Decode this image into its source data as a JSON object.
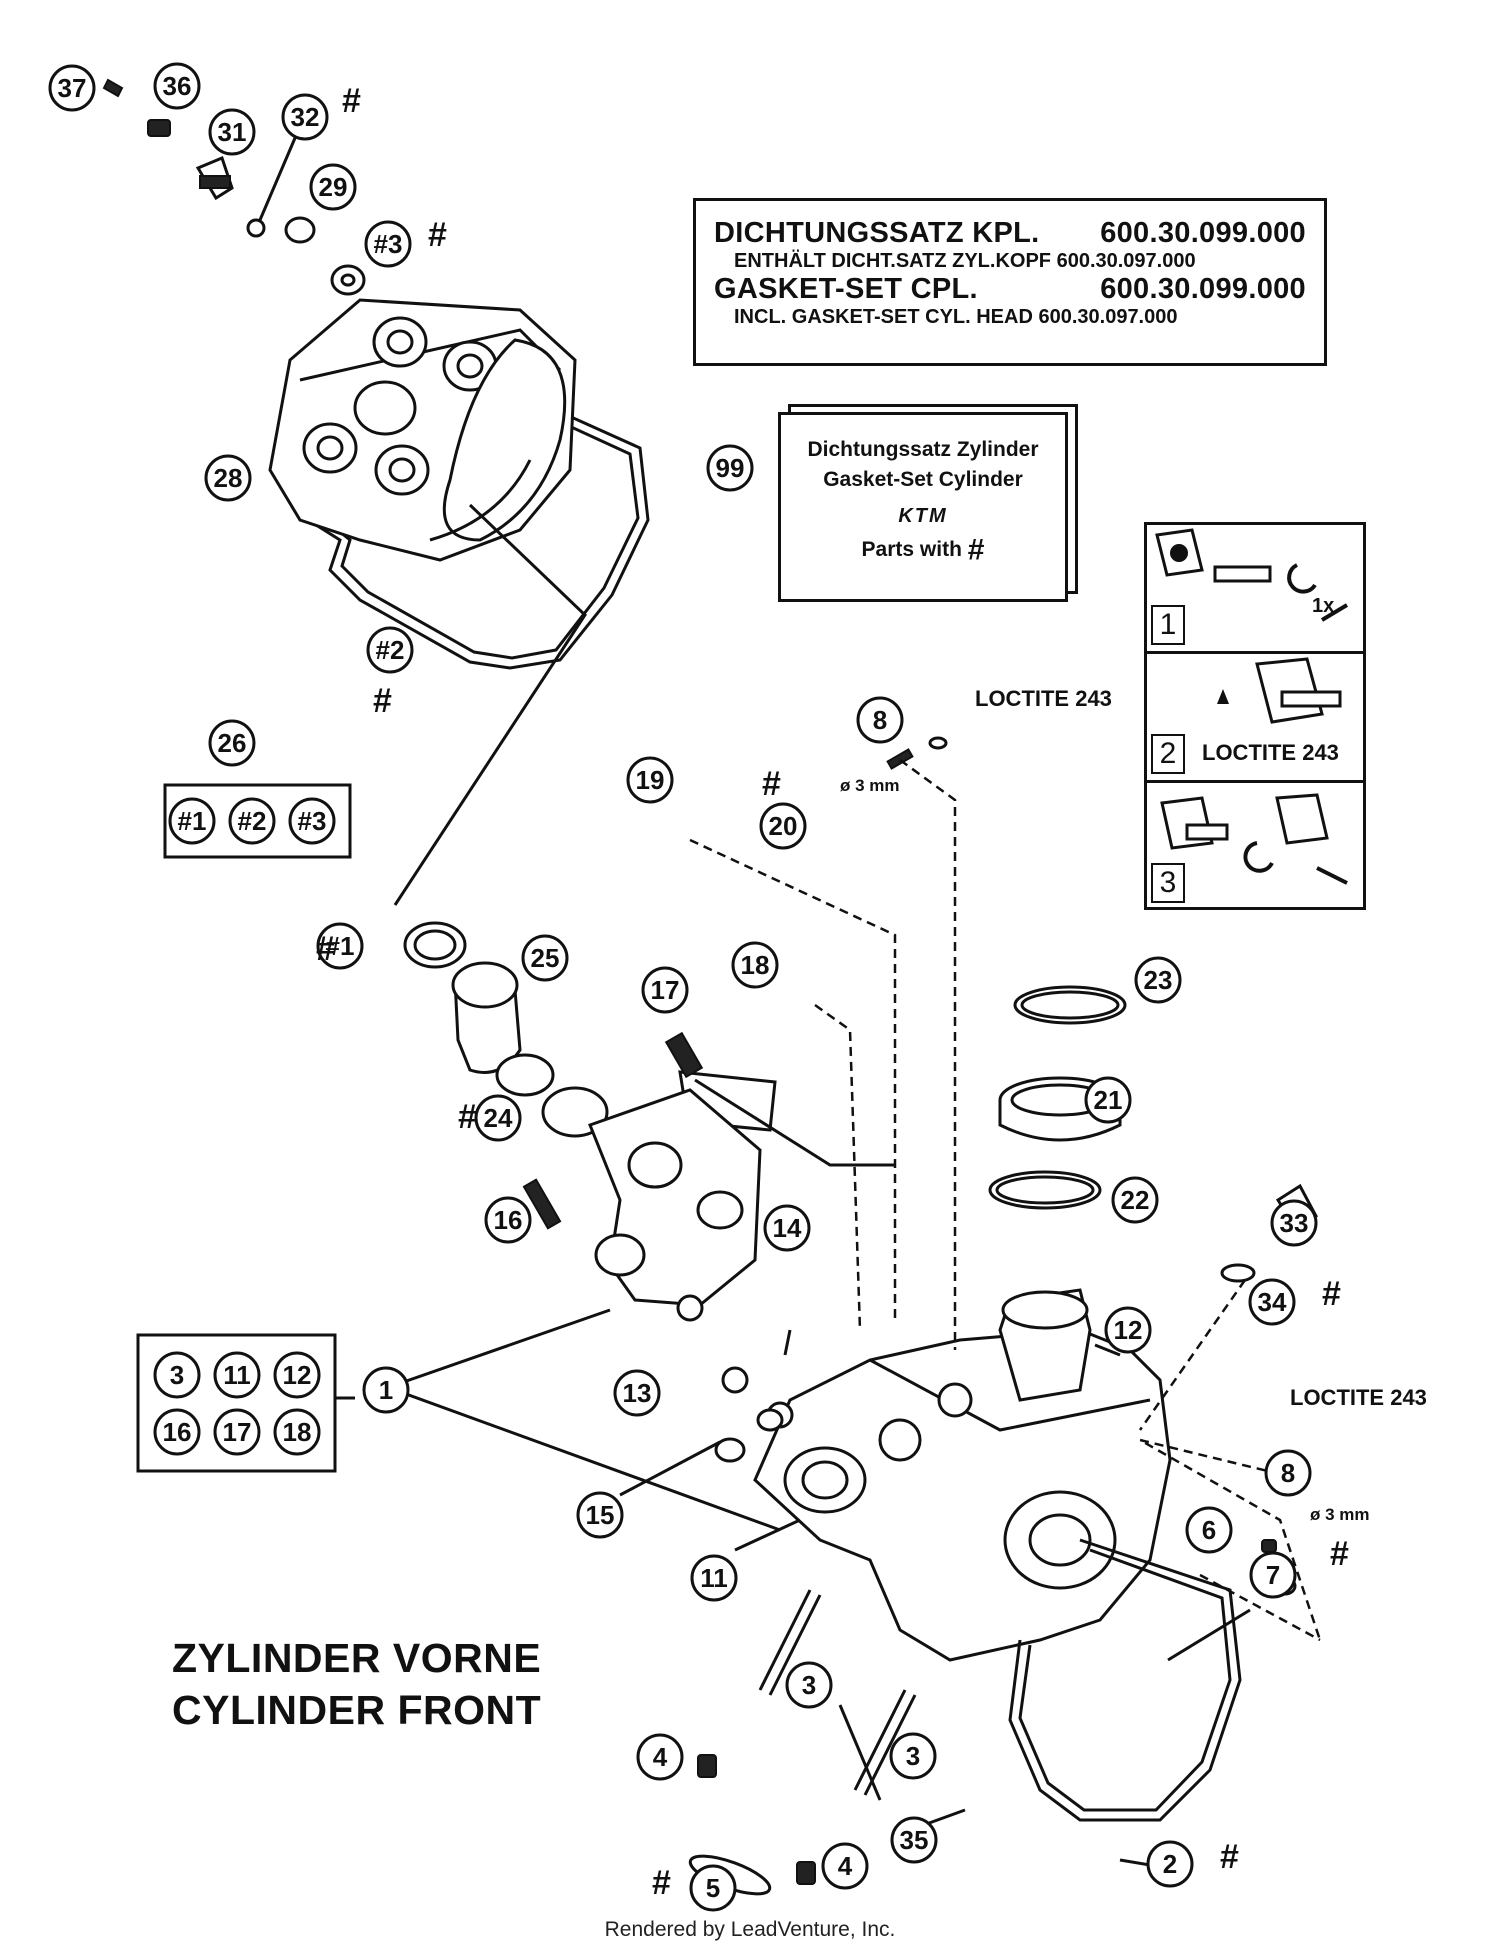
{
  "gasket_set": {
    "line1_label": "DICHTUNGSSATZ KPL.",
    "line1_number": "600.30.099.000",
    "line2": "ENTHÄLT DICHT.SATZ ZYL.KOPF 600.30.097.000",
    "line3_label": "GASKET-SET CPL.",
    "line3_number": "600.30.099.000",
    "line4": "INCL. GASKET-SET CYL. HEAD 600.30.097.000"
  },
  "cylinder_set": {
    "callout": "99",
    "line1": "Dichtungssatz Zylinder",
    "line2": "Gasket-Set Cylinder",
    "brand": "KTM",
    "parts_label": "Parts with",
    "hash": "#"
  },
  "loctite": {
    "label": "LOCTITE 243",
    "diameter": "ø 3 mm"
  },
  "steps": [
    "1",
    "2",
    "3"
  ],
  "step_turn": "1x",
  "title": {
    "line1": "ZYLINDER VORNE",
    "line2": "CYLINDER FRONT"
  },
  "kit_26": [
    "#1",
    "#2",
    "#3"
  ],
  "kit_1": [
    "3",
    "11",
    "12",
    "16",
    "17",
    "18"
  ],
  "callouts": [
    "37",
    "36",
    "31",
    "32",
    "29",
    "#3",
    "28",
    "#2",
    "26",
    "99",
    "8",
    "19",
    "20",
    "25",
    "#1",
    "18",
    "17",
    "23",
    "21",
    "24",
    "16",
    "14",
    "22",
    "33",
    "12",
    "34",
    "1",
    "13",
    "15",
    "11",
    "8",
    "6",
    "7",
    "3",
    "4",
    "3",
    "35",
    "2",
    "5",
    "4"
  ],
  "hash_symbol": "#",
  "footer": "Rendered by LeadVenture, Inc."
}
